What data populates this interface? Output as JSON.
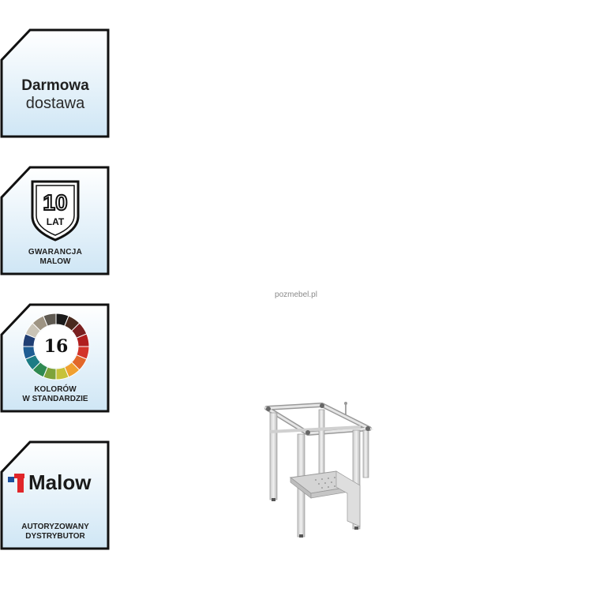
{
  "badges": {
    "delivery": {
      "line1": "Darmowa",
      "line2": "dostawa"
    },
    "warranty": {
      "years": "10",
      "unit": "LAT",
      "line1": "GWARANCJA",
      "line2": "MALOW"
    },
    "colors": {
      "count": "16",
      "line1": "KOLORÓW",
      "line2": "W STANDARDZIE",
      "swatches": [
        "#1a1a1a",
        "#4a2a1e",
        "#7a2020",
        "#b01e1e",
        "#d3342a",
        "#e2672a",
        "#f0a030",
        "#c7c23a",
        "#7ea33a",
        "#2f8a52",
        "#1d7c85",
        "#1f5d93",
        "#203e73",
        "#c9c3b6",
        "#9e9483",
        "#5f5a52"
      ]
    },
    "malow": {
      "brand": "Malow",
      "line1": "AUTORYZOWANY",
      "line2": "DYSTRYBUTOR"
    }
  },
  "watermark": "pozmebel.pl",
  "product": {
    "name": "metal-stand-frame"
  }
}
